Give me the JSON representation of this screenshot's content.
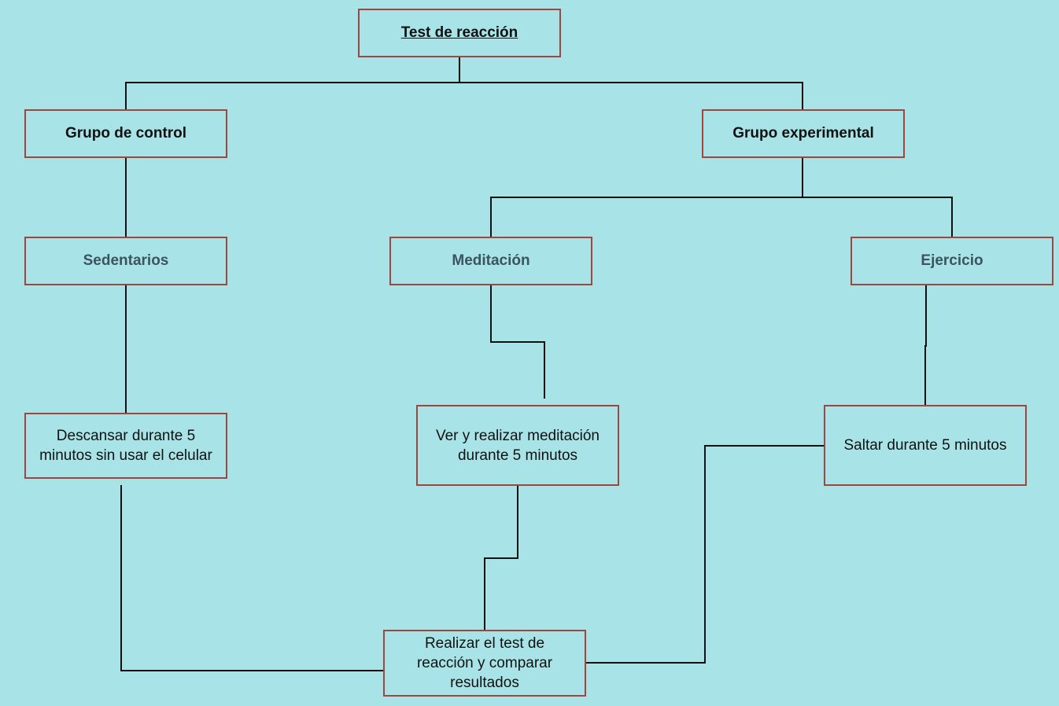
{
  "root": {
    "label": "Test de reacción"
  },
  "groups": {
    "control": {
      "label": "Grupo de control"
    },
    "experimental": {
      "label": "Grupo experimental"
    }
  },
  "subgroups": {
    "sedentarios": {
      "label": "Sedentarios"
    },
    "meditacion": {
      "label": "Meditación"
    },
    "ejercicio": {
      "label": "Ejercicio"
    }
  },
  "activities": {
    "descansar": {
      "label": "Descansar durante  5 minutos sin usar el celular"
    },
    "meditar": {
      "label": "Ver y realizar meditación durante  5 minutos"
    },
    "saltar": {
      "label": "Saltar durante 5 minutos"
    }
  },
  "final": {
    "label": "Realizar el test de reacción y comparar resultados"
  },
  "colors": {
    "background": "#a8e4e7",
    "box_border": "#a0463c",
    "connector": "#111111",
    "subgroup_text": "#3c5360"
  }
}
